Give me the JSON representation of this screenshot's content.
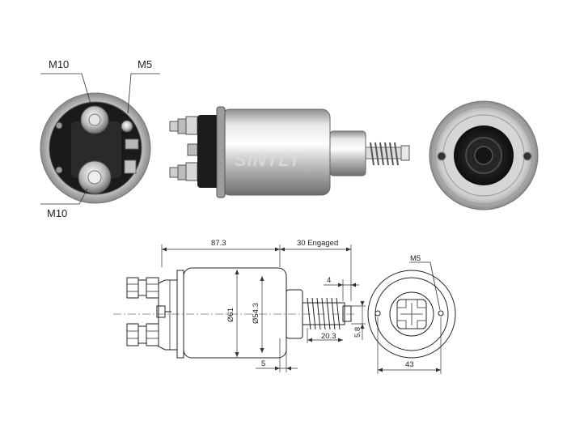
{
  "labels": {
    "top_terminal": "M10",
    "small_terminal": "M5",
    "bottom_terminal": "M10",
    "end_view_thread": "M5"
  },
  "watermark": "SINTLY",
  "dimensions": {
    "total_length": "87.3",
    "engaged": "30 Engaged",
    "diameter_outer": "Ø61",
    "diameter_inner": "Ø54.3",
    "plunger_len": "20.3",
    "gap": "4",
    "plunger_dia": "5.8",
    "flange": "5",
    "mount_spacing": "43"
  }
}
